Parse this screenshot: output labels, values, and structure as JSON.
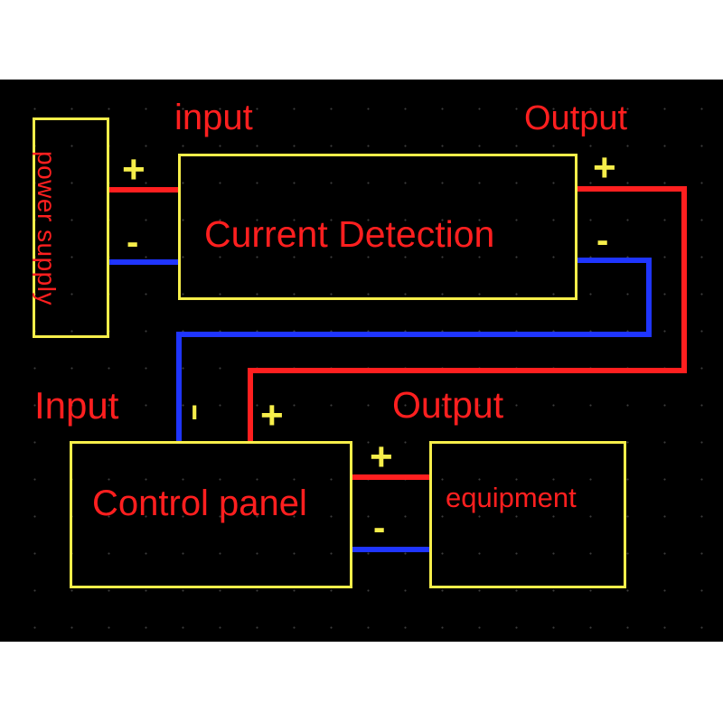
{
  "diagram": {
    "power_supply": "power supply",
    "current_detection": "Current Detection",
    "control_panel": "Control panel",
    "equipment": "equipment",
    "labels": {
      "input_top": "input",
      "output_top": "Output",
      "input_bottom": "Input",
      "output_bottom": "Output"
    },
    "signs": {
      "plus": "+",
      "minus": "-",
      "minus_small": "ı"
    },
    "colors": {
      "background": "#000000",
      "box_border": "#f6ee4a",
      "text": "#ff1f1f",
      "positive_wire": "#ff1f1f",
      "negative_wire": "#1f35ff"
    }
  }
}
